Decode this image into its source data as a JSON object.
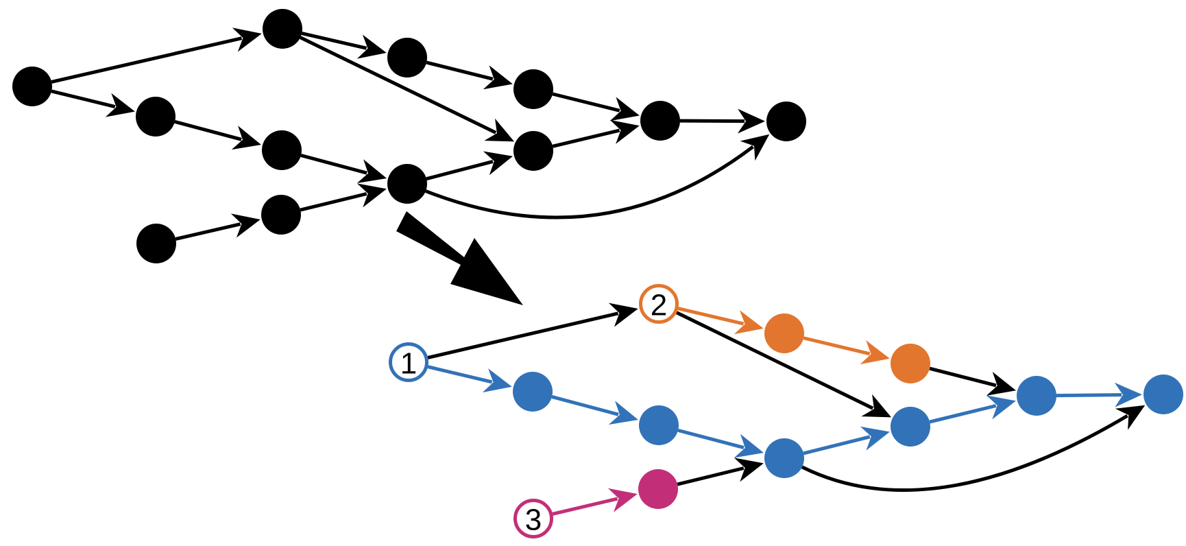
{
  "colors": {
    "black": "#000000",
    "blue": "#3272b8",
    "orange": "#e2762e",
    "magenta": "#c22f78",
    "white": "#ffffff"
  },
  "top_graph": {
    "nodes": [
      {
        "id": "t1"
      },
      {
        "id": "t2"
      },
      {
        "id": "t3"
      },
      {
        "id": "t4"
      },
      {
        "id": "t5"
      },
      {
        "id": "t6"
      },
      {
        "id": "t7"
      },
      {
        "id": "t8"
      },
      {
        "id": "t9"
      },
      {
        "id": "t10"
      },
      {
        "id": "t11"
      },
      {
        "id": "t12"
      },
      {
        "id": "t13"
      }
    ],
    "edges": [
      {
        "from": "t1",
        "to": "t2"
      },
      {
        "from": "t1",
        "to": "t3"
      },
      {
        "from": "t2",
        "to": "t4"
      },
      {
        "from": "t2",
        "to": "t6"
      },
      {
        "from": "t4",
        "to": "t5"
      },
      {
        "from": "t5",
        "to": "t7"
      },
      {
        "from": "t6",
        "to": "t7"
      },
      {
        "from": "t7",
        "to": "t8"
      },
      {
        "from": "t3",
        "to": "t9"
      },
      {
        "from": "t9",
        "to": "t10"
      },
      {
        "from": "t10",
        "to": "t6"
      },
      {
        "from": "t10",
        "to": "t8",
        "curved": true
      },
      {
        "from": "t11",
        "to": "t12"
      },
      {
        "from": "t12",
        "to": "t10"
      }
    ]
  },
  "bottom_graph": {
    "nodes": [
      {
        "id": "b1",
        "label": "1",
        "hollow": true,
        "color": "blue"
      },
      {
        "id": "b2",
        "label": "2",
        "hollow": true,
        "color": "orange"
      },
      {
        "id": "b3",
        "label": "3",
        "hollow": true,
        "color": "magenta"
      },
      {
        "id": "b4",
        "color": "orange"
      },
      {
        "id": "b5",
        "color": "orange"
      },
      {
        "id": "b6",
        "color": "blue"
      },
      {
        "id": "b7",
        "color": "blue"
      },
      {
        "id": "b8",
        "color": "blue"
      },
      {
        "id": "b9",
        "color": "blue"
      },
      {
        "id": "b10",
        "color": "blue"
      },
      {
        "id": "b11",
        "color": "blue"
      },
      {
        "id": "b12",
        "color": "magenta"
      }
    ],
    "edges": [
      {
        "from": "b1",
        "to": "b2",
        "color": "black"
      },
      {
        "from": "b1",
        "to": "b6",
        "color": "blue"
      },
      {
        "from": "b2",
        "to": "b4",
        "color": "orange"
      },
      {
        "from": "b4",
        "to": "b5",
        "color": "orange"
      },
      {
        "from": "b2",
        "to": "b9",
        "color": "black"
      },
      {
        "from": "b5",
        "to": "b10",
        "color": "black"
      },
      {
        "from": "b9",
        "to": "b10",
        "color": "blue"
      },
      {
        "from": "b10",
        "to": "b11",
        "color": "blue"
      },
      {
        "from": "b6",
        "to": "b7",
        "color": "blue"
      },
      {
        "from": "b7",
        "to": "b8",
        "color": "blue"
      },
      {
        "from": "b8",
        "to": "b9",
        "color": "blue"
      },
      {
        "from": "b8",
        "to": "b11",
        "color": "black",
        "curved": true
      },
      {
        "from": "b3",
        "to": "b12",
        "color": "magenta"
      },
      {
        "from": "b12",
        "to": "b8",
        "color": "black"
      }
    ]
  }
}
